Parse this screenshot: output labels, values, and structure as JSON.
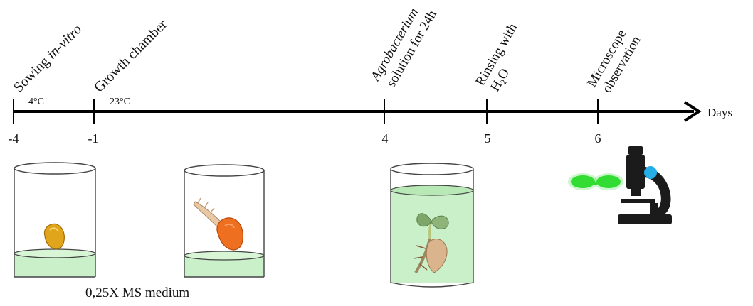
{
  "timeline": {
    "days_label": "Days",
    "ticks": [
      {
        "value": "-4"
      },
      {
        "value": "-1"
      },
      {
        "value": "4"
      },
      {
        "value": "5"
      },
      {
        "value": "6"
      }
    ],
    "temperatures": {
      "sowing": "4°C",
      "growth": "23°C"
    }
  },
  "steps": {
    "sowing_prefix": "Sowing ",
    "sowing_italic": "in-vitro",
    "growth": "Growth chamber",
    "agro_italic": "Agrobacterium",
    "agro_line2": "solution for 24h",
    "rinse_line1": "Rinsing with",
    "rinse_h": "H",
    "rinse_sub": "2",
    "rinse_o": "O",
    "micro_line1": "Microscope",
    "micro_line2": "observation"
  },
  "medium_label": "0,25X MS medium",
  "colors": {
    "axis": "#000000",
    "medium": "#c9f0c8",
    "seed": "#e0a51a",
    "seedling": "#ee6f1f",
    "gfp": "#33dd33",
    "microscope": "#1b1b1b",
    "lens_light": "#26aee6"
  }
}
